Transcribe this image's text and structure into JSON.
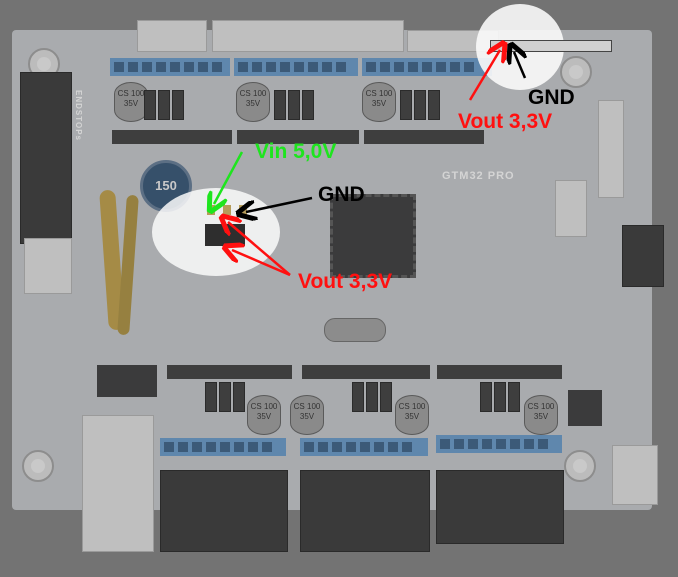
{
  "image": {
    "subject": "GTM32 PRO 3D printer controller board",
    "background_color": "#737373"
  },
  "board": {
    "silkscreen_title": "GTM32 PRO",
    "endstops_label": "ENDSTOPs",
    "inductor_label": "150",
    "capacitor_label": "CS 100 35V"
  },
  "annotations": {
    "vin_label": "Vin 5,0V",
    "gnd_label_middle": "GND",
    "vout_label_middle": "Vout 3,3V",
    "gnd_label_top": "GND",
    "vout_label_top": "Vout 3,3V"
  },
  "colors": {
    "vin": "#1ee51e",
    "vout": "#ff1010",
    "gnd": "#000000",
    "highlight": "#fafafa"
  }
}
